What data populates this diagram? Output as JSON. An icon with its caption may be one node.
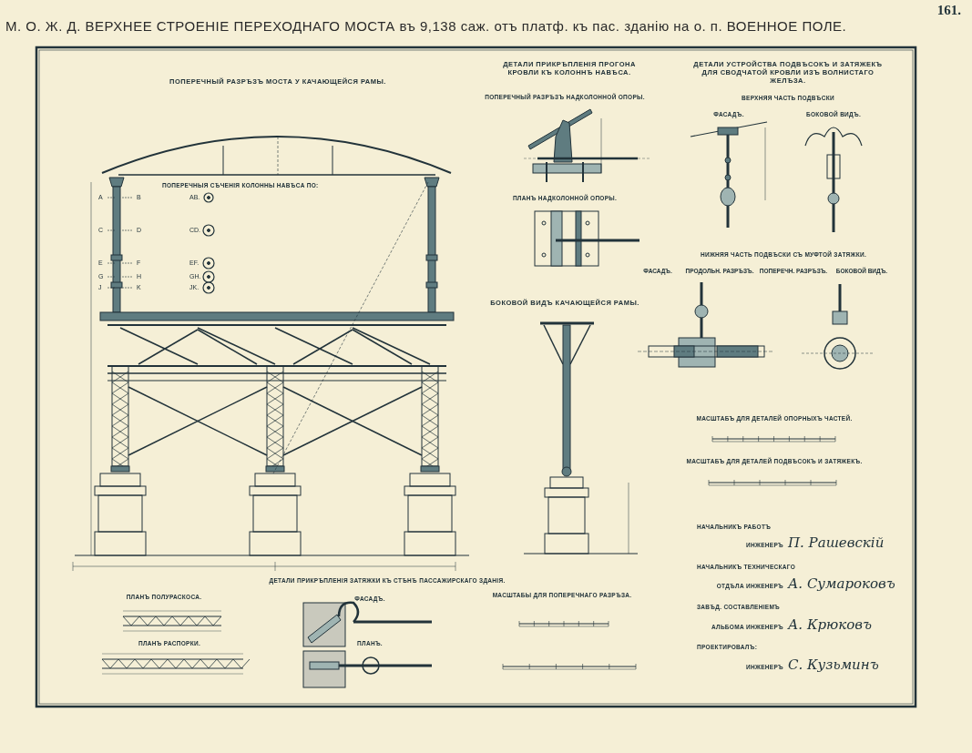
{
  "diagram": {
    "title": "М. О. Ж. Д. ВЕРХНЕЕ СТРОЕНIЕ ПЕРЕХОДНАГО МОСТА въ 9,138 саж. отъ платф. къ пас. зданiю на о. п. ВОЕННОЕ ПОЛЕ.",
    "labels": [
      "161.",
      "ПОПЕРЕЧНЫЙ РАЗРѢЗЪ МОСТА У КАЧАЮЩЕЙСЯ РАМЫ.",
      "ДЕТАЛИ ПРИКРѢПЛЕНIЯ ПРОГОНА КРОВЛИ КЪ КОЛОННѢ НАВѢСА.",
      "ДЕТАЛИ УСТРОЙСТВА ПОДВѢСОКЪ И ЗАТЯЖЕКЪ ДЛЯ СВОДЧАТОЙ КРОВЛИ ИЗЪ ВОЛНИСТАГО ЖЕЛѢЗА.",
      "ПОПЕРЕЧНЫЙ РАЗРѢЗЪ НАДКОЛОННОЙ ОПОРЫ.",
      "ВЕРХНЯЯ ЧАСТЬ ПОДВѢСКИ",
      "ФАСАДЪ.",
      "БОКОВОЙ ВИДЪ.",
      "ПОПЕРЕЧНЫЯ СѢЧЕНIЯ КОЛОННЫ НАВѢСА ПО:",
      "A",
      "B",
      "AB.",
      "C",
      "D",
      "CD.",
      "E",
      "F",
      "EF.",
      "G",
      "H",
      "GH.",
      "J",
      "K",
      "JK.",
      "ПЛАНЪ НАДКОЛОННОЙ ОПОРЫ.",
      "НИЖНЯЯ ЧАСТЬ ПОДВѢСКИ СЪ МУФТОЙ ЗАТЯЖКИ.",
      "ФАСАДЪ.",
      "ПРОДОЛЬН. РАЗРѢЗЪ.",
      "ПОПЕРЕЧН. РАЗРѢЗЪ.",
      "БОКОВОЙ ВИДЪ.",
      "БОКОВОЙ ВИДЪ КАЧАЮЩЕЙСЯ РАМЫ.",
      "МАСШТАБЪ ДЛЯ ДЕТАЛЕЙ ОПОРНЫХЪ ЧАСТЕЙ.",
      "МАСШТАБЪ ДЛЯ ДЕТАЛЕЙ ПОДВѢСОКЪ И ЗАТЯЖЕКЪ.",
      "НАЧАЛЬНИКЪ РАБОТЪ",
      "ИНЖЕНЕРЪ",
      "П. Рашевскiй",
      "НАЧАЛЬНИКЪ ТЕХНИЧЕСКАГО",
      "ОТДѢЛА ИНЖЕНЕРЪ",
      "А. Сумароковъ",
      "ЗАВѢД. СОСТАВЛЕНIЕМЪ",
      "АЛЬБОМА ИНЖЕНЕРЪ",
      "А. Крюковъ",
      "ПРОЕКТИРОВАЛЪ:",
      "ИНЖЕНЕРЪ",
      "С. Кузьминъ",
      "ДЕТАЛИ ПРИКРѢПЛЕНIЯ ЗАТЯЖКИ КЪ СТѢНѢ ПАССАЖИРСКАГО ЗДАНIЯ.",
      "ПЛАНЪ ПОЛУРАСКОСА.",
      "ФАСАДЪ.",
      "МАСШТАБЫ ДЛЯ ПОПЕРЕЧНАГО РАЗРѢЗА.",
      "ПЛАНЪ РАСПОРКИ.",
      "ПЛАНЪ."
    ]
  }
}
